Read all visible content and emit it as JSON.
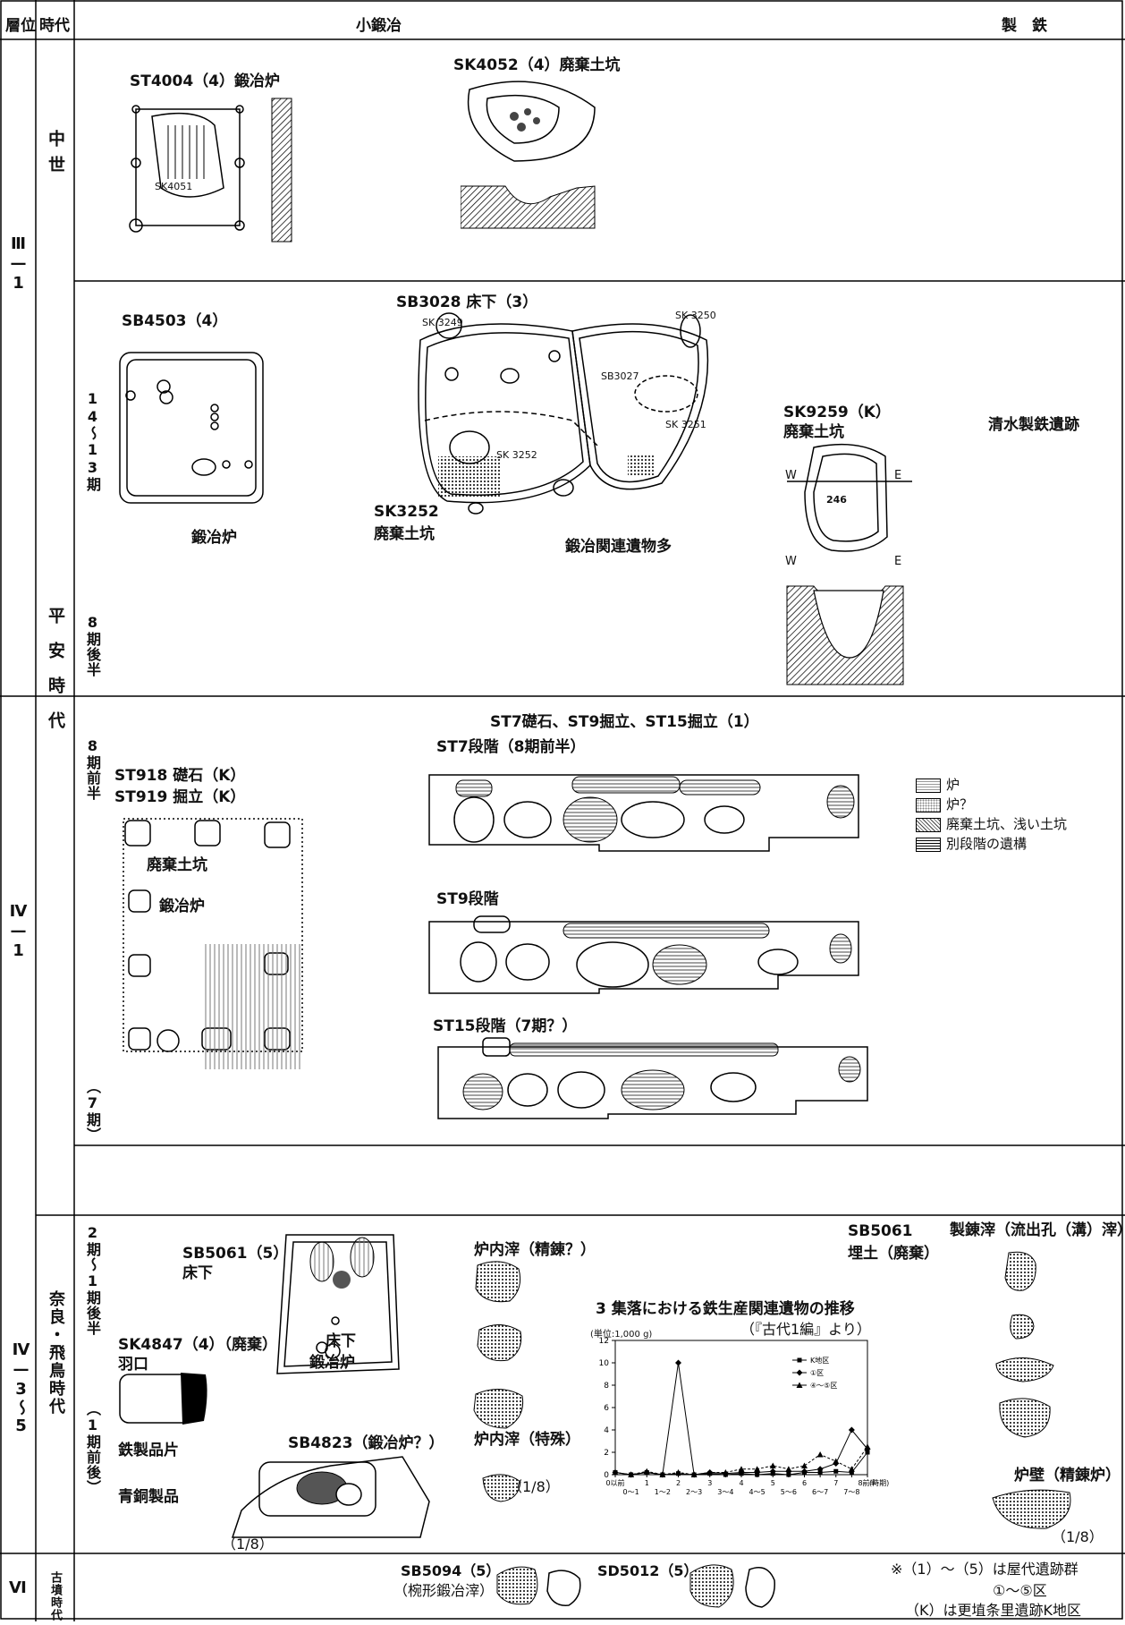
{
  "header": {
    "col_layer": "層位",
    "col_period": "時代",
    "col_smithing": "小鍛冶",
    "col_ironmaking": "製　鉄"
  },
  "layers": {
    "l1": "Ⅲ—1",
    "l2": "Ⅳ—1",
    "l3": "Ⅳ—3〜5",
    "l4": "Ⅵ"
  },
  "periods": {
    "medieval": "中世",
    "heian": "平安時代",
    "nara": "奈良・飛鳥時代",
    "kofun": "古墳時代"
  },
  "phases": {
    "p1": "14〜13期",
    "p2": "8期後半",
    "p3": "8期前半",
    "p4": "（7期）",
    "p5": "2期〜1期後半",
    "p6": "（1期前後）"
  },
  "row1": {
    "st4004": "ST4004（4）鍛冶炉",
    "sk4052": "SK4052（4）廃棄土坑",
    "sk4051": "SK4051"
  },
  "row2": {
    "sb4503": "SB4503（4）",
    "sb3028": "SB3028 床下（3）",
    "sk3249": "SK 3249",
    "sk3250": "SK 3250",
    "sb3027": "SB3027",
    "sk3251": "SK 3251",
    "sk3252": "SK 3252",
    "sk3252_label": "SK3252",
    "haiki": "廃棄土坑",
    "kaji_ro": "鍛冶炉",
    "kaji_iko": "鍛冶関連遺物多",
    "sk9259": "SK9259（K）",
    "sk9259_sub": "廃棄土坑",
    "val246": "246",
    "shimizu": "清水製鉄遺跡",
    "w": "W",
    "e": "E"
  },
  "row3": {
    "title": "ST7礎石、ST9掘立、ST15掘立（1）",
    "st7": "ST7段階（8期前半）",
    "st9": "ST9段階",
    "st15": "ST15段階（7期？）",
    "st918": "ST918 礎石（K）",
    "st919": "ST919 掘立（K）",
    "haiki": "廃棄土坑",
    "kaji_ro": "鍛冶炉",
    "legend": [
      "炉",
      "炉？",
      "廃棄土坑、浅い土坑",
      "別段階の遺構"
    ]
  },
  "row4": {
    "sb5061": "SB5061（5）",
    "sb5061_sub": "床下",
    "yukashita": "床下",
    "kaji_ro": "鍛冶炉",
    "sk4847": "SK4847（4）（廃棄）",
    "haguchi": "羽口",
    "tetsu": "鉄製品片",
    "seido": "青銅製品",
    "sb4823": "SB4823（鍛冶炉？）",
    "scale1": "（1/8）",
    "ronai1": "炉内滓（精錬？）",
    "ronai2": "炉内滓（特殊）",
    "scale2": "（1/8）",
    "sb5061b": "SB5061",
    "umetsuchi": "埋土（廃棄）",
    "seirensai": "製錬滓（流出孔（溝）滓）",
    "rohеki": "炉壁（精錬炉）",
    "scale3": "（1/8）"
  },
  "row5": {
    "sb5094": "SB5094（5）",
    "sb5094_sub": "（椀形鍛冶滓）",
    "sd5012": "SD5012（5）",
    "note1": "※（1）〜（5）は屋代遺跡群",
    "note2": "①〜⑤区",
    "note3": "（K）は更埴条里遺跡K地区"
  },
  "chart_data": {
    "type": "line",
    "title": "3 集落における鉄生産関連遺物の推移",
    "subtitle": "（『古代1編』より）",
    "ylabel": "(単位:1,000 g)",
    "xlabel": "(時期)",
    "ylim": [
      0,
      12
    ],
    "yticks": [
      0,
      2,
      4,
      6,
      8,
      10,
      12
    ],
    "categories": [
      "0以前",
      "0〜1",
      "1",
      "1〜2",
      "2",
      "2〜3",
      "3",
      "3〜4",
      "4",
      "4〜5",
      "5",
      "5〜6",
      "6",
      "6〜7",
      "7",
      "7〜8",
      "8前半"
    ],
    "tick_labels_top": [
      "0以前",
      "",
      "1",
      "",
      "2",
      "",
      "3",
      "",
      "4",
      "",
      "5",
      "",
      "6",
      "",
      "7",
      "",
      "8前半"
    ],
    "tick_labels_bottom": [
      "",
      "0〜1",
      "",
      "1〜2",
      "",
      "2〜3",
      "",
      "3〜4",
      "",
      "4〜5",
      "",
      "5〜6",
      "",
      "6〜7",
      "",
      "7〜8",
      ""
    ],
    "series": [
      {
        "name": "K地区",
        "marker": "square",
        "values": [
          0.2,
          0,
          0.2,
          0,
          0.1,
          0,
          0.1,
          0,
          0.1,
          0,
          0.1,
          0,
          0.2,
          0.2,
          0.3,
          0.2,
          2.0
        ]
      },
      {
        "name": "①区",
        "marker": "diamond",
        "values": [
          0.2,
          0,
          0.2,
          0,
          10.0,
          0,
          0.2,
          0.1,
          0.2,
          0.2,
          0.3,
          0.3,
          0.3,
          0.5,
          1.0,
          4.0,
          2.3
        ]
      },
      {
        "name": "④〜⑤区",
        "marker": "triangle",
        "values": [
          0.2,
          0,
          0.3,
          0,
          0.2,
          0,
          0.2,
          0.2,
          0.5,
          0.5,
          0.8,
          0.5,
          0.8,
          1.8,
          1.2,
          0.5,
          2.5
        ]
      }
    ]
  }
}
